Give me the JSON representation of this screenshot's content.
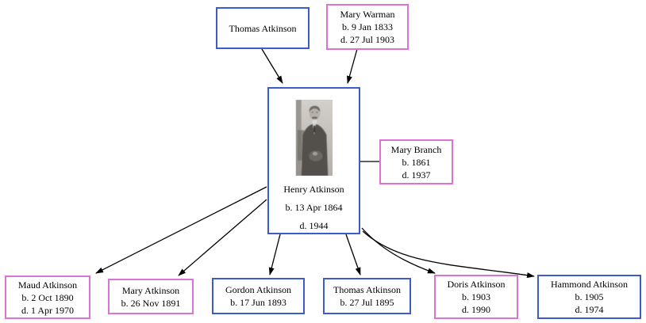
{
  "colors": {
    "background": "#ffffff",
    "male": "#3b5cc9",
    "female": "#da74d4",
    "edge": "#000000"
  },
  "nodes": {
    "father": {
      "name": "Thomas Atkinson"
    },
    "mother": {
      "name": "Mary Warman",
      "birth": "b. 9 Jan 1833",
      "death": "d. 27 Jul 1903"
    },
    "subject": {
      "name": "Henry Atkinson",
      "birth": "b. 13 Apr 1864",
      "death": "d. 1944",
      "photo": "portrait-of-henry-atkinson"
    },
    "spouse": {
      "name": "Mary Branch",
      "birth": "b. 1861",
      "death": "d. 1937"
    },
    "children": [
      {
        "name": "Maud Atkinson",
        "birth": "b. 2 Oct 1890",
        "death": "d. 1 Apr 1970"
      },
      {
        "name": "Mary Atkinson",
        "birth": "b. 26 Nov 1891"
      },
      {
        "name": "Gordon Atkinson",
        "birth": "b. 17 Jun 1893"
      },
      {
        "name": "Thomas Atkinson",
        "birth": "b. 27 Jul 1895"
      },
      {
        "name": "Doris Atkinson",
        "birth": "b. 1903",
        "death": "d. 1990"
      },
      {
        "name": "Hammond Atkinson",
        "birth": "b. 1905",
        "death": "d. 1974"
      }
    ]
  }
}
